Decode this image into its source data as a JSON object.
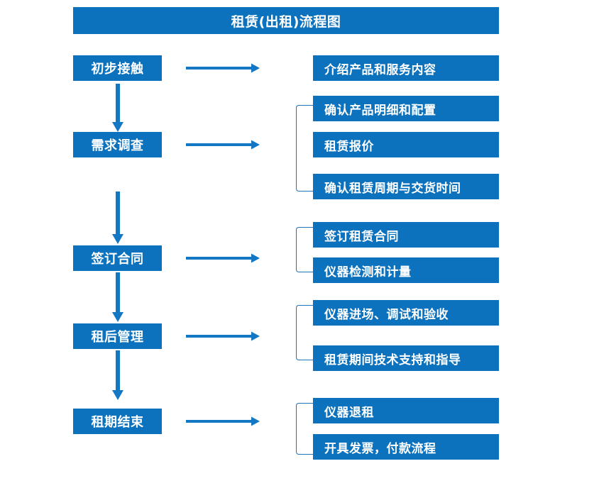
{
  "diagram": {
    "title": "租赁(出租)流程图",
    "colors": {
      "box_fill": "#0c72bd",
      "box_text": "#ffffff",
      "arrow": "#1477c4",
      "bracket": "#1f73b7",
      "background": "#ffffff"
    },
    "stages": [
      {
        "id": "stage-1",
        "label": "初步接触",
        "details": [
          "介绍产品和服务内容"
        ],
        "has_bracket": false
      },
      {
        "id": "stage-2",
        "label": "需求调查",
        "details": [
          "确认产品明细和配置",
          "租赁报价",
          "确认租赁周期与交货时间"
        ],
        "has_bracket": true
      },
      {
        "id": "stage-3",
        "label": "签订合同",
        "details": [
          "签订租赁合同",
          "仪器检测和计量"
        ],
        "has_bracket": true
      },
      {
        "id": "stage-4",
        "label": "租后管理",
        "details": [
          "仪器进场、调试和验收",
          "租赁期间技术支持和指导"
        ],
        "has_bracket": true
      },
      {
        "id": "stage-5",
        "label": "租期结束",
        "details": [
          "仪器退租",
          "开具发票，付款流程"
        ],
        "has_bracket": true
      }
    ],
    "connectors": {
      "vertical_arrow_count": 4,
      "horizontal_arrow_count": 5
    }
  }
}
